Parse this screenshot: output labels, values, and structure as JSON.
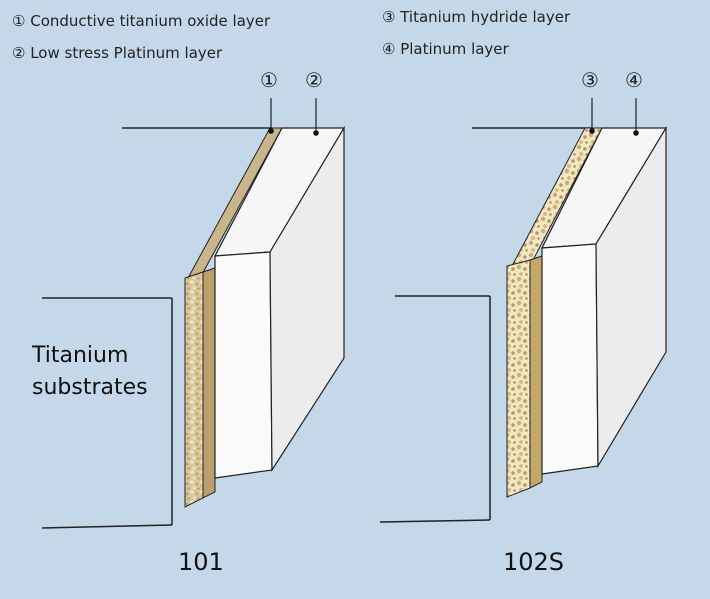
{
  "legend": {
    "item1": "① Conductive titanium oxide layer",
    "item2": "② Low stress Platinum layer",
    "item3": "③ Titanium hydride layer",
    "item4": "④ Platinum layer"
  },
  "markers": {
    "m1": "①",
    "m2": "②",
    "m3": "③",
    "m4": "④"
  },
  "substrate_label_line1": "Titanium",
  "substrate_label_line2": "substrates",
  "models": {
    "left": "101",
    "right": "102S"
  },
  "colors": {
    "background": "#c5d8ea",
    "platinum_layer": "#f4f4f4",
    "oxide_layer": "#cdb98f",
    "hydride_layer": "#d6c28c",
    "outline": "#222222"
  }
}
